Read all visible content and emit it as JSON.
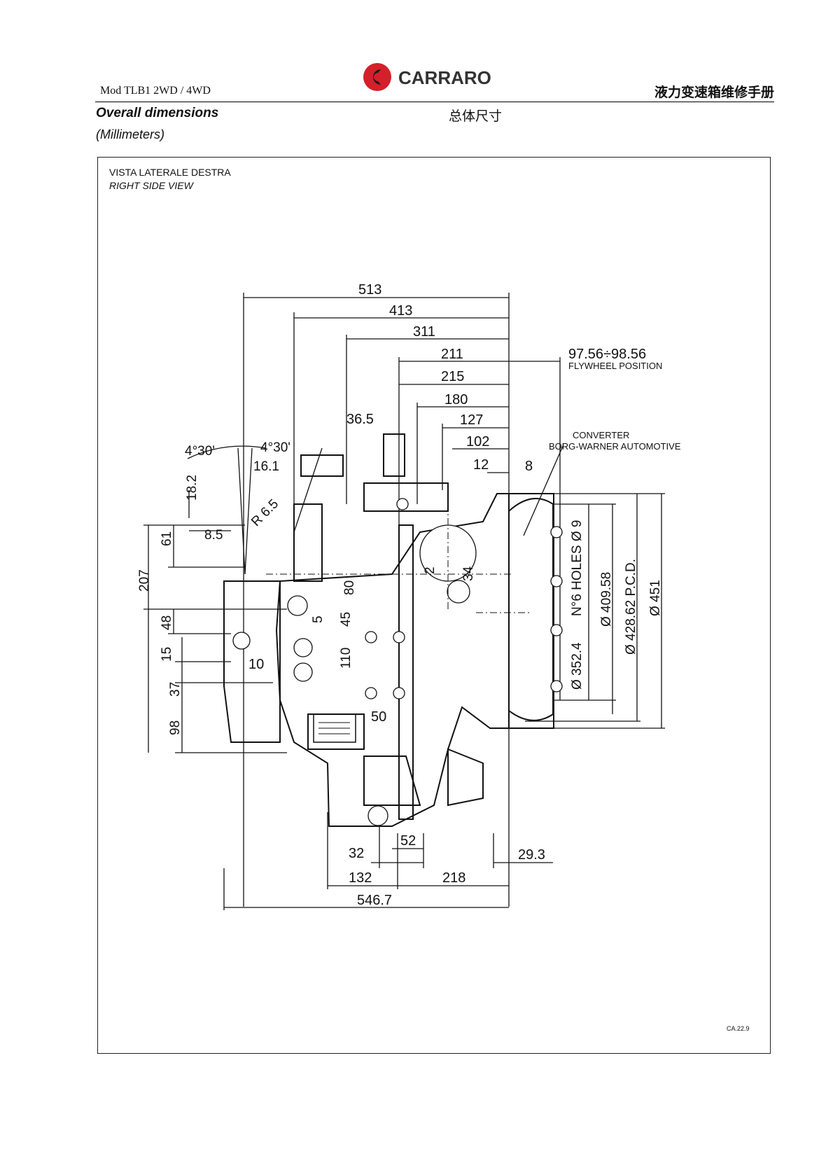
{
  "header": {
    "model": "Mod TLB1 2WD / 4WD",
    "brand": "CARRARO",
    "manual_title": "液力变速箱维修手册"
  },
  "section": {
    "title": "Overall dimensions",
    "title_cn": "总体尺寸",
    "units": "(Millimeters)"
  },
  "figure": {
    "view_label_it": "VISTA LATERALE DESTRA",
    "view_label_en": "RIGHT SIDE VIEW",
    "drawing_code": "CA.22.9"
  },
  "dimensions": {
    "d513": "513",
    "d413": "413",
    "d311": "311",
    "d211": "211",
    "d215": "215",
    "d180": "180",
    "d127": "127",
    "d102": "102",
    "d12": "12",
    "d8": "8",
    "d36_5": "36.5",
    "flywheel": "97.56÷98.56",
    "flywheel_note": "FLYWHEEL POSITION",
    "converter": "CONVERTER",
    "converter_note": "BORG-WARNER AUTOMOTIVE",
    "angle_left": "4°30'",
    "angle_right": "4°30'",
    "d16": "16.1",
    "d18_2": "18.2",
    "r6_5": "R 6.5",
    "d61": "61",
    "d8_5": "8.5",
    "d207": "207",
    "d48": "48",
    "d15": "15",
    "d37": "37",
    "d98": "98",
    "d10": "10",
    "d80": "80",
    "d5": "5",
    "d45": "45",
    "d110": "110",
    "d2": "2",
    "d34": "34",
    "d50": "50",
    "holes": "N°6 HOLES Ø 9",
    "d352": "Ø 352.4",
    "d409": "Ø 409.58",
    "d428": "Ø 428.62 P.C.D.",
    "d451": "Ø 451",
    "d32": "32",
    "d52": "52",
    "d29_3": "29.3",
    "d132": "132",
    "d218": "218",
    "d546": "546.7"
  }
}
